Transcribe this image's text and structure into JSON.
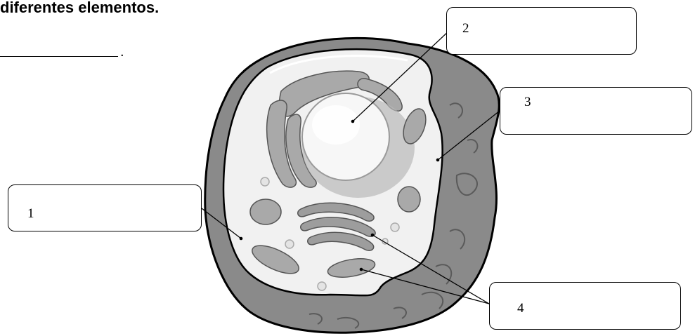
{
  "heading": "diferentes elementos.",
  "answer_blank": {
    "trailing_text": "."
  },
  "labels": [
    {
      "number": "1",
      "answer": ""
    },
    {
      "number": "2",
      "answer": ""
    },
    {
      "number": "3",
      "answer": ""
    },
    {
      "number": "4",
      "answer": ""
    }
  ],
  "colors": {
    "outer_fill": "#8a8a8a",
    "cytoplasm_fill": "#f1f1f1",
    "organelle_fill": "#a9a9a9",
    "nucleus_fill": "#f7f7f7",
    "outline": "#000000"
  }
}
